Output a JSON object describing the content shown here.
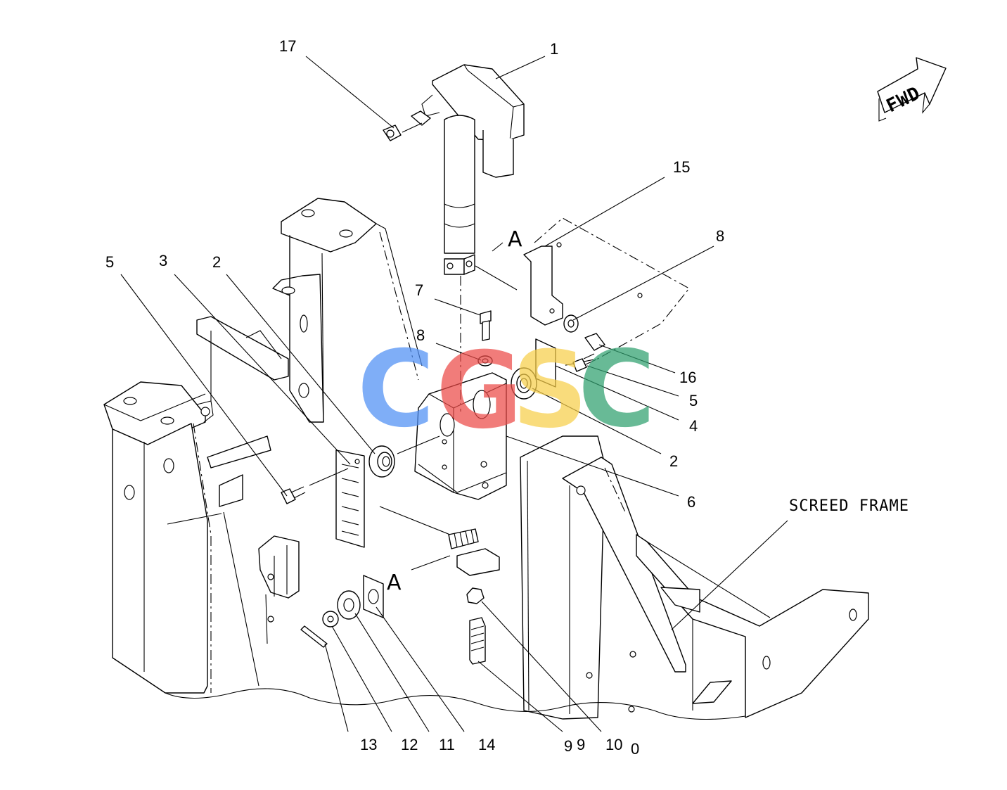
{
  "callouts": [
    {
      "id": "c17",
      "label": "17"
    },
    {
      "id": "c1",
      "label": "1"
    },
    {
      "id": "c15",
      "label": "15"
    },
    {
      "id": "c8a",
      "label": "8"
    },
    {
      "id": "c5a",
      "label": "5"
    },
    {
      "id": "c3",
      "label": "3"
    },
    {
      "id": "c2a",
      "label": "2"
    },
    {
      "id": "c7",
      "label": "7"
    },
    {
      "id": "c8b",
      "label": "8"
    },
    {
      "id": "c16",
      "label": "16"
    },
    {
      "id": "c5b",
      "label": "5"
    },
    {
      "id": "c4",
      "label": "4"
    },
    {
      "id": "c2b",
      "label": "2"
    },
    {
      "id": "c6",
      "label": "6"
    },
    {
      "id": "c13",
      "label": "13"
    },
    {
      "id": "c12",
      "label": "12"
    },
    {
      "id": "c11",
      "label": "11"
    },
    {
      "id": "c14",
      "label": "14"
    },
    {
      "id": "c9a",
      "label": "9"
    },
    {
      "id": "c9b",
      "label": "9"
    },
    {
      "id": "c10",
      "label": "10"
    },
    {
      "id": "c0",
      "label": "0"
    }
  ],
  "section_marker": "A",
  "direction_arrow": "FWD",
  "frame_caption": "SCREED FRAME",
  "watermark": {
    "letters": [
      "C",
      "G",
      "S",
      "C"
    ],
    "colors": [
      "#4f8ff5",
      "#ec4a47",
      "#f8cf4a",
      "#2fa06f"
    ]
  }
}
